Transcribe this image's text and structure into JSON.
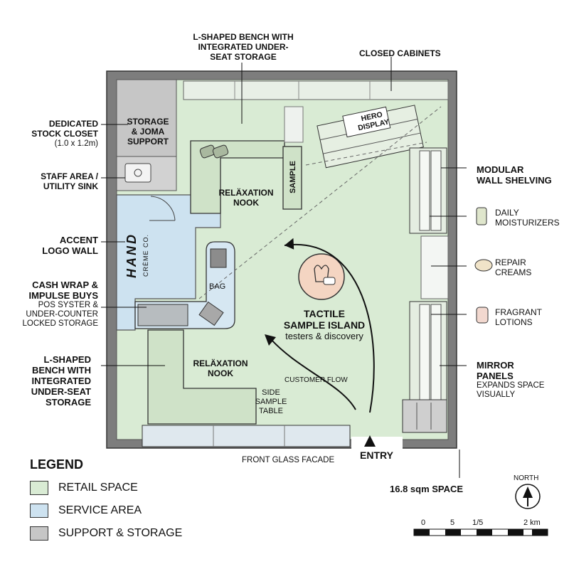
{
  "colors": {
    "retail": "#d9ebd4",
    "service": "#cde2f0",
    "support": "#c6c6c6",
    "wall": "#7d7d7d"
  },
  "labels": {
    "bench_top": [
      "L-SHAPED BENCH WITH",
      "INTEGRATED UNDER-",
      "SEAT STORAGE"
    ],
    "closed_cabinets": "CLOSED CABINETS",
    "stock_closet": [
      "DEDICATED",
      "STOCK CLOSET"
    ],
    "stock_closet_dims": "(1.0 x 1.2m)",
    "staff_area": [
      "STAFF AREA /",
      "UTILITY SINK"
    ],
    "accent_wall": [
      "ACCENT",
      "LOGO WALL"
    ],
    "cash_wrap": [
      "CASH WRAP &",
      "IMPULSE BUYS"
    ],
    "cash_wrap_sub": [
      "POS SYSTER &",
      "UNDER-COUNTER",
      "LOCKED STORAGE"
    ],
    "bench_left": [
      "L-SHAPED",
      "BENCH WITH",
      "INTEGRATED",
      "UNDER-SEAT",
      "STORAGE"
    ],
    "modular_shelving": [
      "MODULAR",
      "WALL SHELVING"
    ],
    "daily_moisturizers": [
      "DAILY",
      "MOISTURIZERS"
    ],
    "repair_creams": [
      "REPAIR",
      "CREAMS"
    ],
    "fragrant_lotions": [
      "FRAGRANT",
      "LOTIONS"
    ],
    "mirror_panels": [
      "MIRROR",
      "PANELS"
    ],
    "mirror_sub": [
      "EXPANDS SPACE",
      "VISUALLY"
    ],
    "storage_joma": [
      "STORAGE",
      "& JOMA",
      "SUPPORT"
    ],
    "relax_nook_top": [
      "RELÄXATION",
      "NOOK"
    ],
    "relax_nook_bottom": [
      "RELÄXATION",
      "NOOK"
    ],
    "sample": "SAMPLE",
    "hero_display": [
      "HERO",
      "DISPLAY"
    ],
    "bag": "BAG",
    "logo": "HAND",
    "logo_sub": "CRÈME CO.",
    "tactile": [
      "TACTILE",
      "SAMPLE ISLAND"
    ],
    "tactile_sub": "testers & discovery",
    "customer_flow": "CUSTOMER FLOW",
    "side_table": [
      "SIDE",
      "SAMPLE",
      "TABLE"
    ],
    "front_facade": "FRONT GLASS FACADE",
    "entry": "ENTRY",
    "space": "16.8 sqm SPACE",
    "north": "NORTH"
  },
  "legend": {
    "title": "LEGEND",
    "items": [
      {
        "label": "RETAIL SPACE",
        "color": "#d9ebd4"
      },
      {
        "label": "SERVICE AREA",
        "color": "#cde2f0"
      },
      {
        "label": "SUPPORT & STORAGE",
        "color": "#c6c6c6"
      }
    ]
  },
  "scale": {
    "ticks": [
      "0",
      "5",
      "1/5",
      "2 km"
    ]
  }
}
